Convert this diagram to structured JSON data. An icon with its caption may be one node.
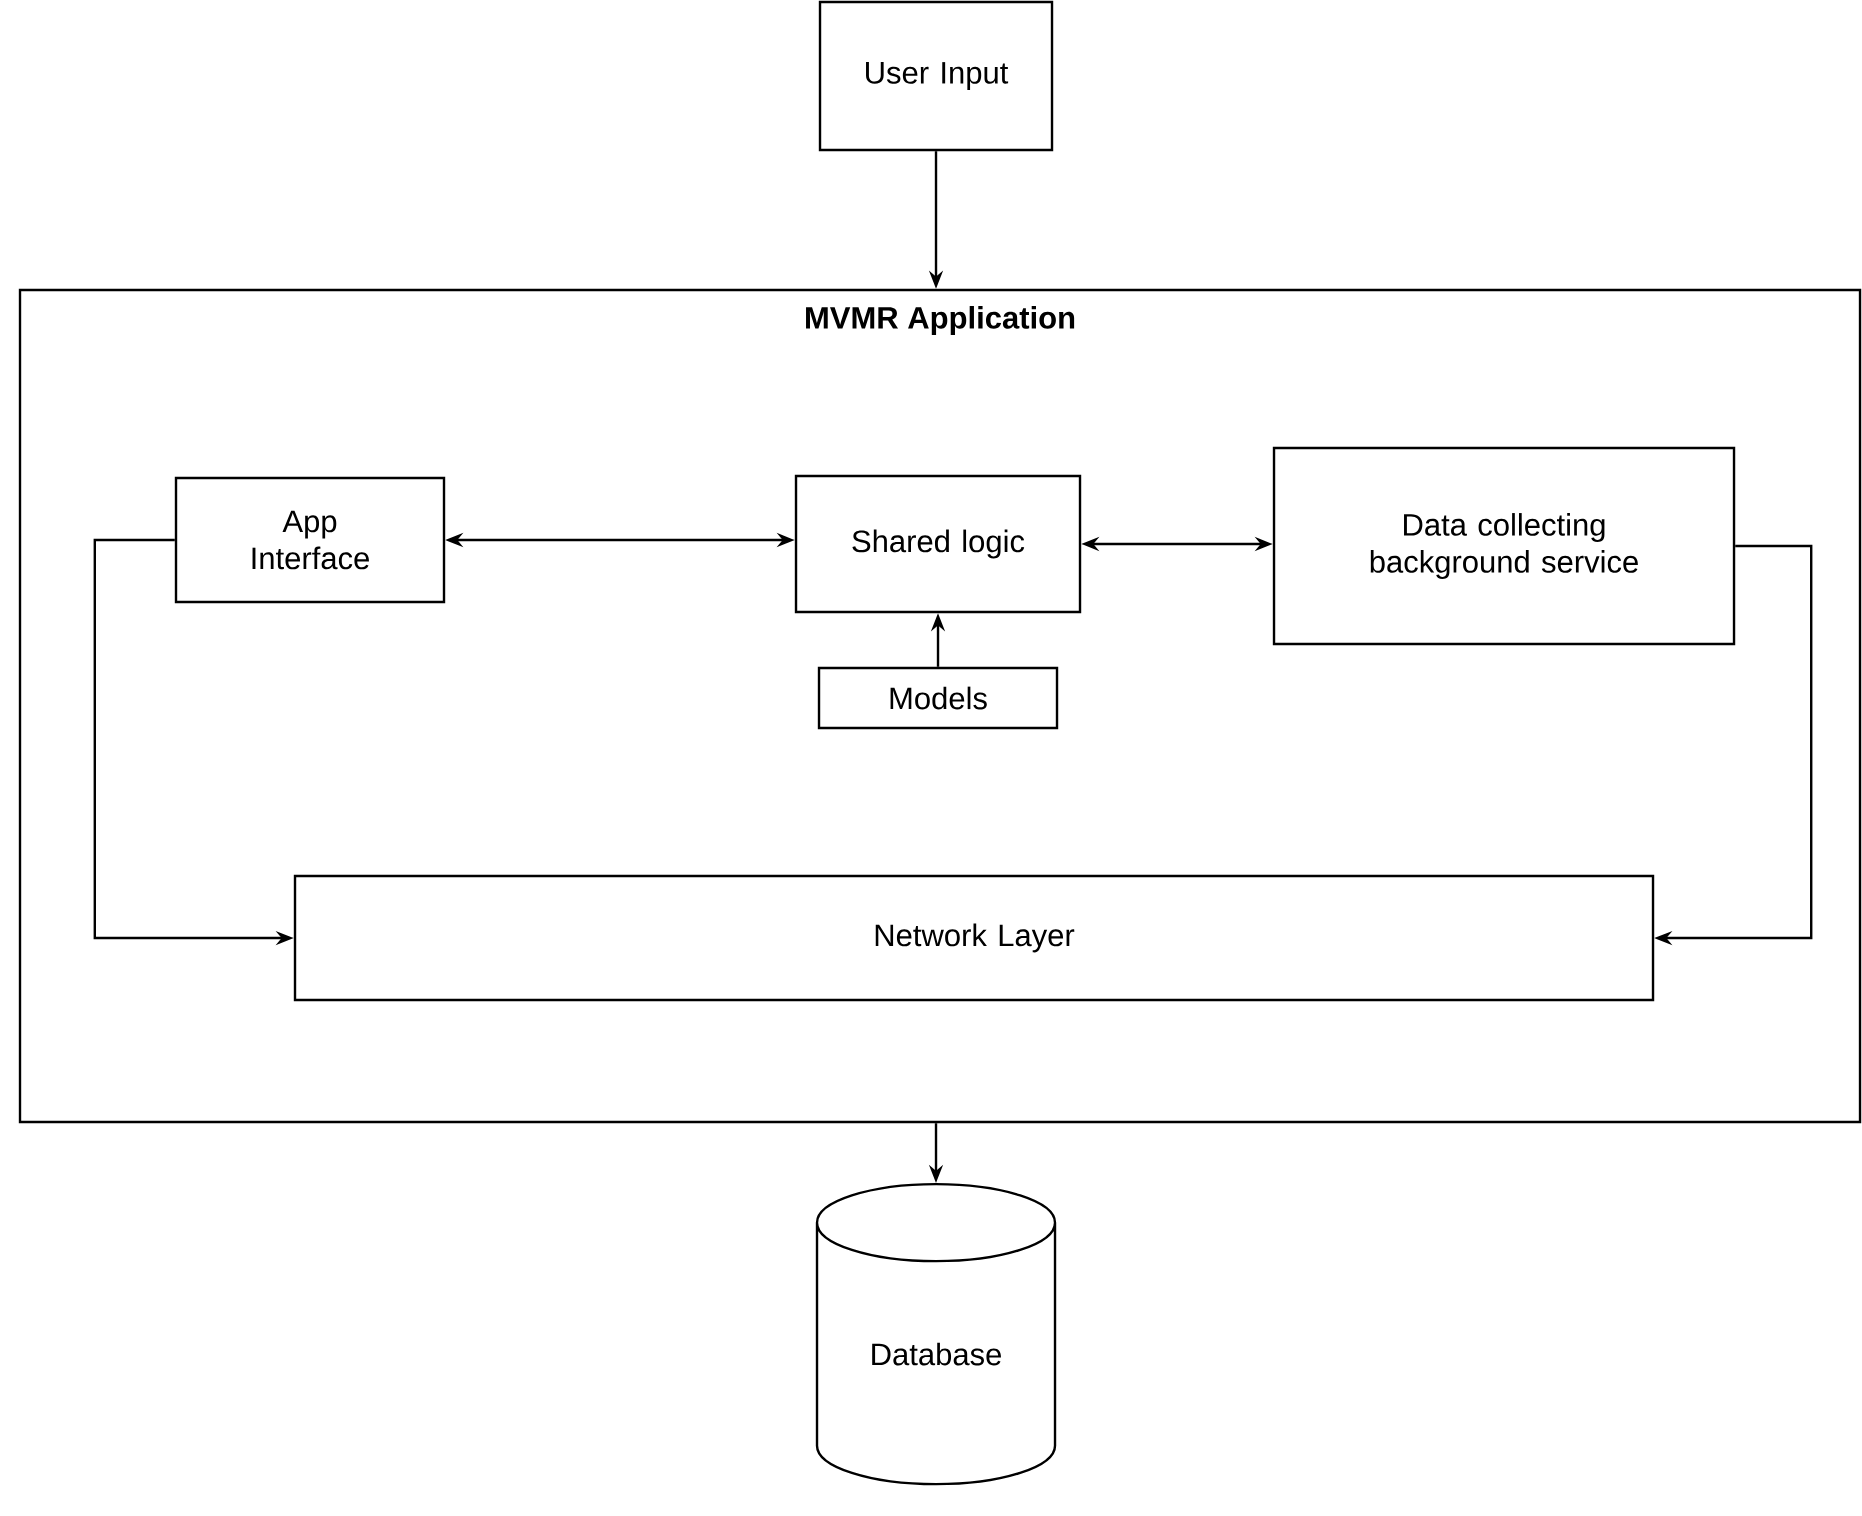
{
  "diagram": {
    "nodes": [
      {
        "text": [
          "User Input"
        ]
      },
      {
        "text": [
          "MVMR Application"
        ]
      },
      {
        "text": [
          "App Interface"
        ],
        "in": 1
      },
      {
        "text": [
          "Shared logic"
        ],
        "in": 1
      },
      {
        "text": [
          "Data collecting background service"
        ],
        "in": 1
      },
      {
        "text": [
          "Models"
        ],
        "in": 1
      },
      {
        "text": [
          "Network Layer"
        ],
        "in": 1
      },
      {
        "text": [
          "Database"
        ]
      }
    ],
    "edges": [
      {
        "from": 0,
        "to": 1,
        "arrow": "to"
      },
      {
        "from": 2,
        "to": 3,
        "arrow": "both"
      },
      {
        "from": 3,
        "to": 4,
        "arrow": "both"
      },
      {
        "from": 5,
        "to": 3,
        "arrow": "to"
      },
      {
        "from": 2,
        "to": 6,
        "arrow": "to"
      },
      {
        "from": 4,
        "to": 6,
        "arrow": "to"
      },
      {
        "from": 1,
        "to": 7,
        "arrow": "to"
      }
    ]
  }
}
